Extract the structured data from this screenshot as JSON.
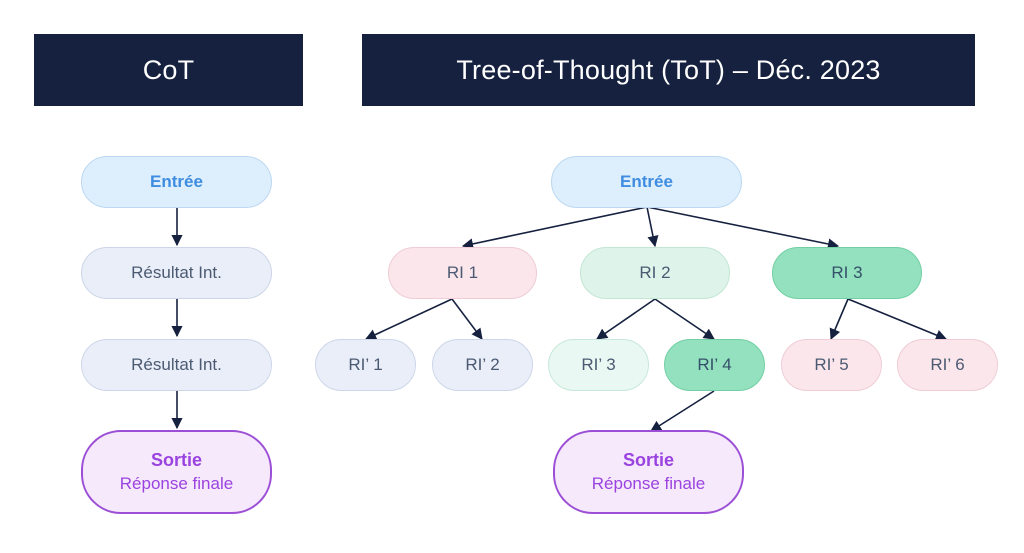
{
  "headers": {
    "cot": "CoT",
    "tot": "Tree-of-Thought (ToT) – Déc. 2023"
  },
  "cot": {
    "entry": "Entrée",
    "step1": "Résultat Int.",
    "step2": "Résultat Int.",
    "output_title": "Sortie",
    "output_sub": "Réponse finale"
  },
  "tot": {
    "entry": "Entrée",
    "ri1": "RI 1",
    "ri2": "RI 2",
    "ri3": "RI 3",
    "ri_p1": "RI’ 1",
    "ri_p2": "RI’ 2",
    "ri_p3": "RI’ 3",
    "ri_p4": "RI’ 4",
    "ri_p5": "RI’ 5",
    "ri_p6": "RI’ 6",
    "output_title": "Sortie",
    "output_sub": "Réponse finale"
  },
  "colors": {
    "header_bg": "#15213f",
    "entry": "#ddeefc",
    "gray": "#e9eef8",
    "pink": "#fbe6ec",
    "mint": "#def4ea",
    "green": "#93e1be",
    "output_border": "#9c4fd6",
    "output_text": "#9a43e0",
    "arrow": "#15213f"
  }
}
